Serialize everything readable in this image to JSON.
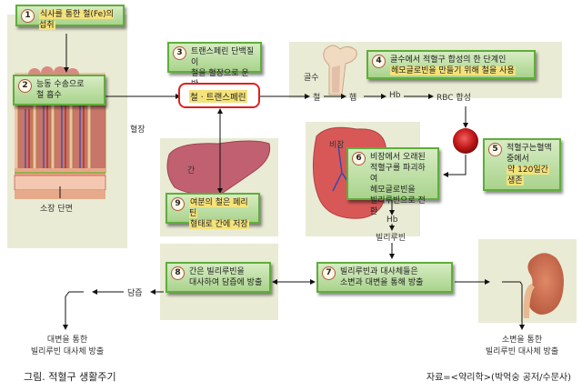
{
  "steps": [
    {
      "num": "1",
      "lines": [
        "식사를 통한 철(Fe)의 섭취"
      ]
    },
    {
      "num": "2",
      "lines": [
        "능동 수송으로",
        "철 흡수"
      ]
    },
    {
      "num": "3",
      "lines": [
        "트랜스페린 단백질이",
        "철을 혈장으로 운반"
      ]
    },
    {
      "num": "4",
      "lines": [
        "골수에서 적혈구 합성의 한 단계인",
        "헤모글로빈을 만들기 위해 철을 사용"
      ]
    },
    {
      "num": "5",
      "lines": [
        "적혈구는혈액",
        "중에서",
        "약 120일간",
        "생존"
      ]
    },
    {
      "num": "6",
      "lines": [
        "비장에서 오래된",
        "적혈구를 파괴하여",
        "헤모글로빈을",
        "빌리루빈으로 전환"
      ]
    },
    {
      "num": "7",
      "lines": [
        "빌리루빈과 대사체들은",
        "소변과 대변을 통해 방출"
      ]
    },
    {
      "num": "8",
      "lines": [
        "간은 빌리루빈을",
        "대사하여 담즙에 방출"
      ]
    },
    {
      "num": "9",
      "lines": [
        "여분의 철은 페리틴",
        "형태로 간에 저장"
      ]
    }
  ],
  "labels": {
    "transferrin": "철 · 트랜스페린",
    "plasma": "혈장",
    "intestine_section": "소장 단면",
    "bone_marrow": "골수",
    "iron": "철",
    "heme": "헴",
    "hb": "Hb",
    "rbc_synthesis": "RBC 합성",
    "spleen": "비장",
    "liver": "간",
    "hb2": "Hb",
    "bilirubin": "빌리루빈",
    "bile": "담즙",
    "feces_excretion_1": "대변을 통한",
    "feces_excretion_2": "빌리루빈 대사체 방출",
    "urine_excretion_1": "소변을 통한",
    "urine_excretion_2": "빌리루빈 대사체 방출"
  },
  "caption": {
    "title": "그림.  적혈구 생활주기",
    "source": "자료=<약리학>(박억숭 공저/수문사)"
  }
}
